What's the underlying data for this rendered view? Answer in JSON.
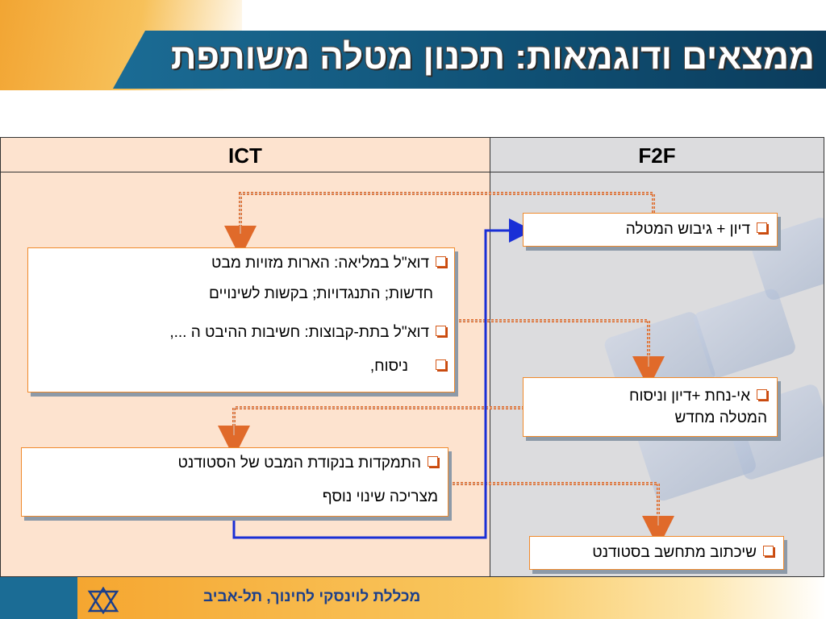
{
  "header": {
    "title": "ממצאים ודוגמאות: תכנון מטלה משותפת"
  },
  "table": {
    "col_ict": "ICT",
    "col_f2f": "F2F"
  },
  "ict_boxes": {
    "box1": {
      "line1": "דוא\"ל במליאה: הארות מזויות מבט",
      "line2": "חדשות;  התנגדויות; בקשות לשינויים",
      "line3": "דוא\"ל בתת-קבוצות: חשיבות ההיבט ה ...,",
      "line4": "ניסוח,"
    },
    "box2": {
      "line1": "התמקדות בנקודת המבט של הסטודנט",
      "line2": "מצריכה שינוי נוסף"
    }
  },
  "f2f_boxes": {
    "box1": "דיון + גיבוש המטלה",
    "box2_line1": "אי-נחת +דיון וניסוח",
    "box2_line2": "המטלה מחדש",
    "box3": "שיכתוב מתחשב בסטודנט"
  },
  "footer": {
    "text": "מכללת לוינסקי לחינוך, תל-אביב"
  },
  "colors": {
    "orange": "#f5a630",
    "blue": "#1b6c95",
    "ict_bg": "#fde3cf",
    "arrow_orange": "#e06a2a",
    "arrow_blue": "#1a2fd6"
  }
}
